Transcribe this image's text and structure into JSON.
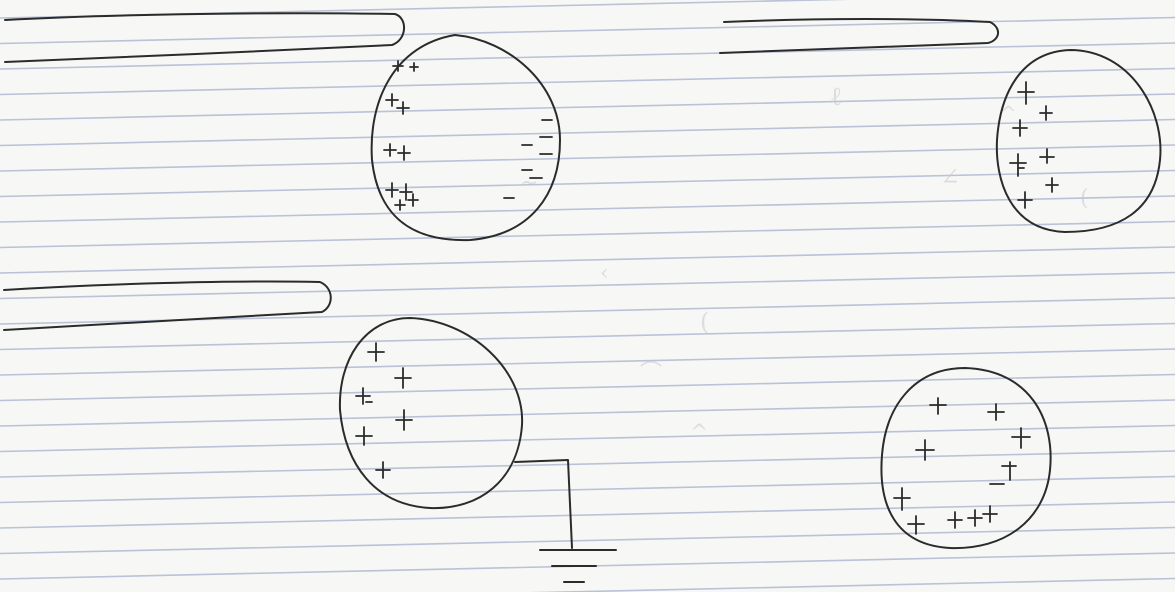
{
  "sketches": [
    {
      "panel": "top-left",
      "charge_marks": [
        "+",
        "+",
        "+",
        "+",
        "+",
        "+",
        "+",
        "+",
        "+",
        "+",
        "-",
        "-",
        "-",
        "-",
        "-",
        "-",
        "-"
      ]
    },
    {
      "panel": "top-right",
      "charge_marks": [
        "+",
        "+",
        "+",
        "+",
        "+",
        "+",
        "+",
        "+"
      ]
    },
    {
      "panel": "bottom-left",
      "charge_marks": [
        "+",
        "+",
        "+",
        "+",
        "+",
        "+",
        "+"
      ],
      "grounded": true
    },
    {
      "panel": "bottom-right",
      "charge_marks": [
        "+",
        "+",
        "+",
        "+",
        "+",
        "+",
        "+",
        "+",
        "+"
      ]
    }
  ],
  "colors": {
    "paper": "#f7f7f5",
    "rule_lines": "#b9c2d6",
    "ink": "#2b2b2b"
  }
}
